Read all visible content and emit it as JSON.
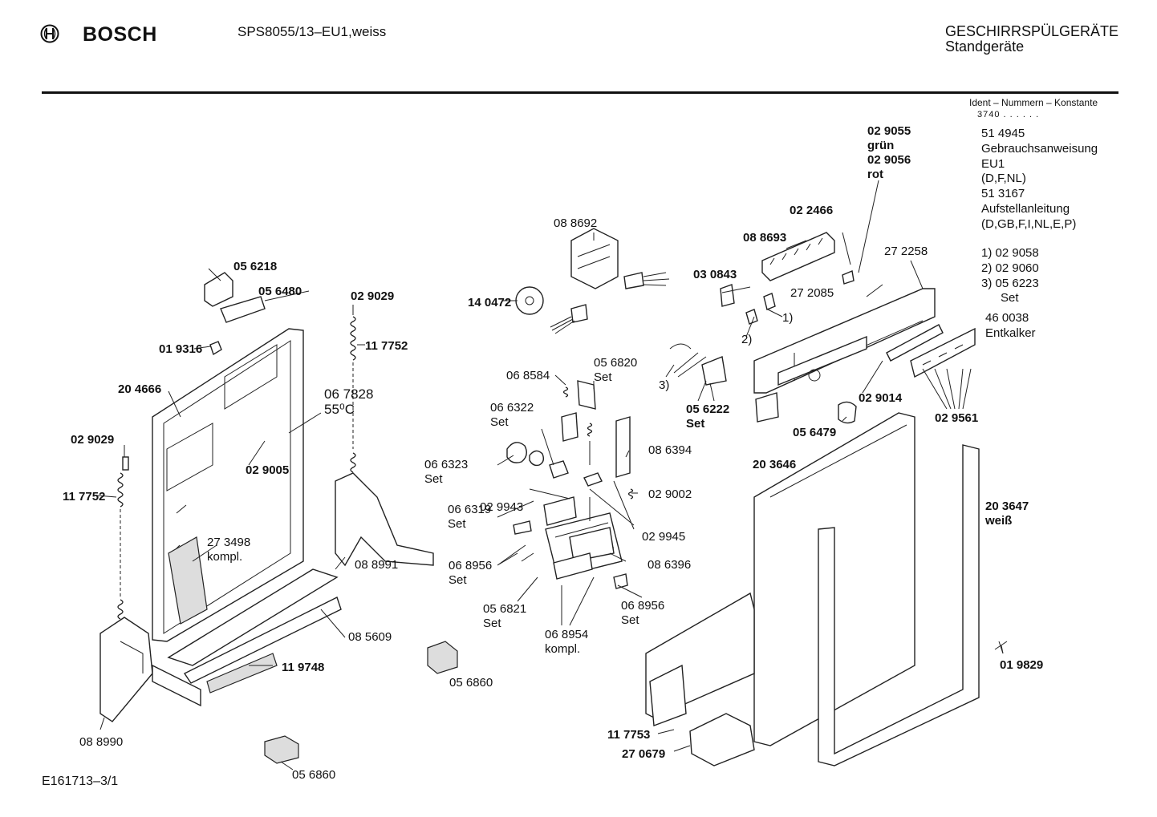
{
  "header": {
    "brand": "BOSCH",
    "model": "SPS8055/13–EU1,weiss",
    "category_line1": "GESCHIRRSPÜLGERÄTE",
    "category_line2": "Standgeräte"
  },
  "sidebar": {
    "heading": "Ident – Nummern – Konstante",
    "sub": "3740 . . . . . .",
    "lines": [
      "51 4945",
      "Gebrauchsanweisung",
      "EU1",
      "(D,F,NL)",
      "51 3167",
      "Aufstellanleitung",
      "(D,GB,F,I,NL,E,P)"
    ],
    "notes": [
      "1)  02 9058",
      "2)  02 9060",
      "3)  05 6223",
      "Set"
    ],
    "extra": [
      "46 0038",
      "Entkalker"
    ]
  },
  "labels": [
    {
      "t": "02 9055\ngrün\n02 9056\nrot",
      "bold": true
    },
    {
      "t": "02 2466",
      "bold": true
    },
    {
      "t": "08 8693",
      "bold": true
    },
    {
      "t": "27 2258",
      "bold": false
    },
    {
      "t": "03 0843",
      "bold": true
    },
    {
      "t": "27 2085",
      "bold": false
    },
    {
      "t": "1)",
      "bold": false
    },
    {
      "t": "2)",
      "bold": false
    },
    {
      "t": "08 8692",
      "bold": false
    },
    {
      "t": "14 0472",
      "bold": true
    },
    {
      "t": "05 6218",
      "bold": true
    },
    {
      "t": "05 6480",
      "bold": true
    },
    {
      "t": "02 9029",
      "bold": true
    },
    {
      "t": "11 7752",
      "bold": true
    },
    {
      "t": "01 9316",
      "bold": true
    },
    {
      "t": "20 4666",
      "bold": true
    },
    {
      "t": "06 7828\n55⁰C",
      "bold": false
    },
    {
      "t": "02 9005",
      "bold": true
    },
    {
      "t": "02 9029",
      "bold": true
    },
    {
      "t": "11 7752",
      "bold": true
    },
    {
      "t": "27 3498\nkompl.",
      "bold": false
    },
    {
      "t": "08 8991",
      "bold": false
    },
    {
      "t": "08 5609",
      "bold": false
    },
    {
      "t": "11 9748",
      "bold": true
    },
    {
      "t": "08 8990",
      "bold": false
    },
    {
      "t": "05 6860",
      "bold": false
    },
    {
      "t": "05 6860",
      "bold": false
    },
    {
      "t": "06 8584",
      "bold": false
    },
    {
      "t": "05 6820\nSet",
      "bold": false
    },
    {
      "t": "3)",
      "bold": false
    },
    {
      "t": "05 6222\nSet",
      "bold": true
    },
    {
      "t": "06 6322\nSet",
      "bold": false
    },
    {
      "t": "06 6323\nSet",
      "bold": false
    },
    {
      "t": "08 6394",
      "bold": false
    },
    {
      "t": "02 9943",
      "bold": false
    },
    {
      "t": "06 6319\nSet",
      "bold": false
    },
    {
      "t": "02 9002",
      "bold": false
    },
    {
      "t": "02 9945",
      "bold": false
    },
    {
      "t": "06 8956\nSet",
      "bold": false
    },
    {
      "t": "08 6396",
      "bold": false
    },
    {
      "t": "05 6821\nSet",
      "bold": false
    },
    {
      "t": "06 8956\nSet",
      "bold": false
    },
    {
      "t": "06 8954\nkompl.",
      "bold": false
    },
    {
      "t": "02 9014",
      "bold": true
    },
    {
      "t": "05 6479",
      "bold": true
    },
    {
      "t": "02 9561",
      "bold": true
    },
    {
      "t": "20 3646",
      "bold": true
    },
    {
      "t": "20 3647\nweiß",
      "bold": true
    },
    {
      "t": "01 9829",
      "bold": true
    },
    {
      "t": "11 7753",
      "bold": true
    },
    {
      "t": "27 0679",
      "bold": true
    }
  ],
  "footer": {
    "code": "E161713–3/1"
  }
}
